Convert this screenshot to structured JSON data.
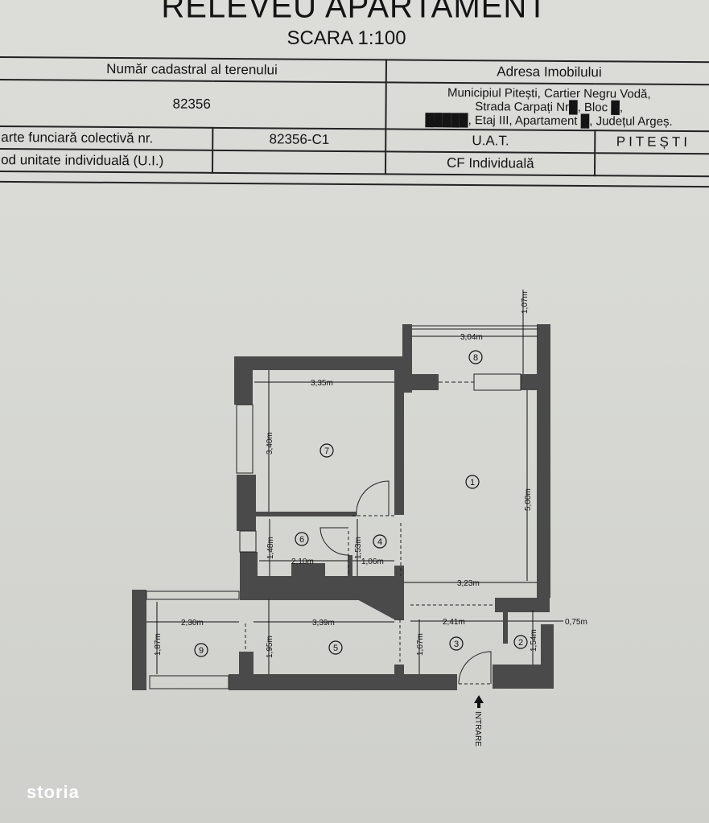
{
  "document": {
    "title": "RELEVEU APARTAMENT",
    "scale": "SCARA 1:100"
  },
  "info_table": {
    "cadastral_label": "Număr cadastral al terenului",
    "cadastral_value": "82356",
    "address_label": "Adresa Imobilului",
    "address_line1": "Municipiul Pitești, Cartier Negru Vodă,",
    "address_line2": "Strada Carpați Nr█, Bloc █,",
    "address_line3": "█████, Etaj III, Apartament █, Județul Argeș.",
    "cf_collective_label": "arte funciară colectivă nr.",
    "cf_collective_value": "82356-C1",
    "uat_label": "U.A.T.",
    "uat_value": "PITEȘTI",
    "ui_code_label": "od unitate individuală (U.I.)",
    "ui_code_value": "",
    "cf_individual_label": "CF Individuală",
    "cf_individual_value": ""
  },
  "floor_plan": {
    "rooms": [
      {
        "id": "1",
        "label": "1"
      },
      {
        "id": "2",
        "label": "2"
      },
      {
        "id": "3",
        "label": "3"
      },
      {
        "id": "4",
        "label": "4"
      },
      {
        "id": "5",
        "label": "5"
      },
      {
        "id": "6",
        "label": "6"
      },
      {
        "id": "7",
        "label": "7"
      },
      {
        "id": "8",
        "label": "8"
      },
      {
        "id": "9",
        "label": "9"
      }
    ],
    "dimensions": {
      "d_1_07": "1,07m",
      "d_3_04": "3,04m",
      "d_3_35": "3,35m",
      "d_3_40": "3,40m",
      "d_5_00": "5,00m",
      "d_1_48": "1,48m",
      "d_2_10": "2,10m",
      "d_1_53": "1,53m",
      "d_1_06": "1,06m",
      "d_3_23": "3,23m",
      "d_2_30": "2,30m",
      "d_3_39": "3,39m",
      "d_2_41": "2,41m",
      "d_0_75": "0,75m",
      "d_1_87": "1,87m",
      "d_1_95": "1,95m",
      "d_1_67": "1,67m",
      "d_1_54": "1,54m"
    },
    "entrance_label": "INTRARE"
  },
  "watermark": {
    "text": "storia"
  },
  "colors": {
    "paper": "#d8d9d5",
    "wall": "#4a4a4a",
    "ink": "#141414"
  }
}
